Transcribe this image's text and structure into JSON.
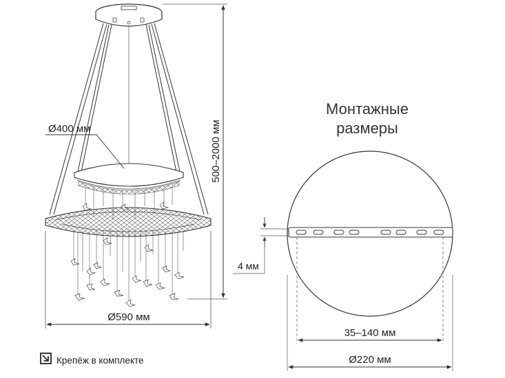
{
  "title": {
    "line1": "Монтажные",
    "line2": "размеры"
  },
  "dimensions": {
    "ring_diameter": "Ø400 мм",
    "outer_diameter": "Ø590 мм",
    "height_range": "500–2000 мм",
    "plate_thickness": "4 мм",
    "hole_spacing": "35–140 мм",
    "mount_diameter": "Ø220 мм"
  },
  "footer": {
    "label": "Крепёж в комплекте",
    "icon": "mount-arrow-icon"
  },
  "colors": {
    "line": "#333333",
    "dim_line": "#555555"
  }
}
